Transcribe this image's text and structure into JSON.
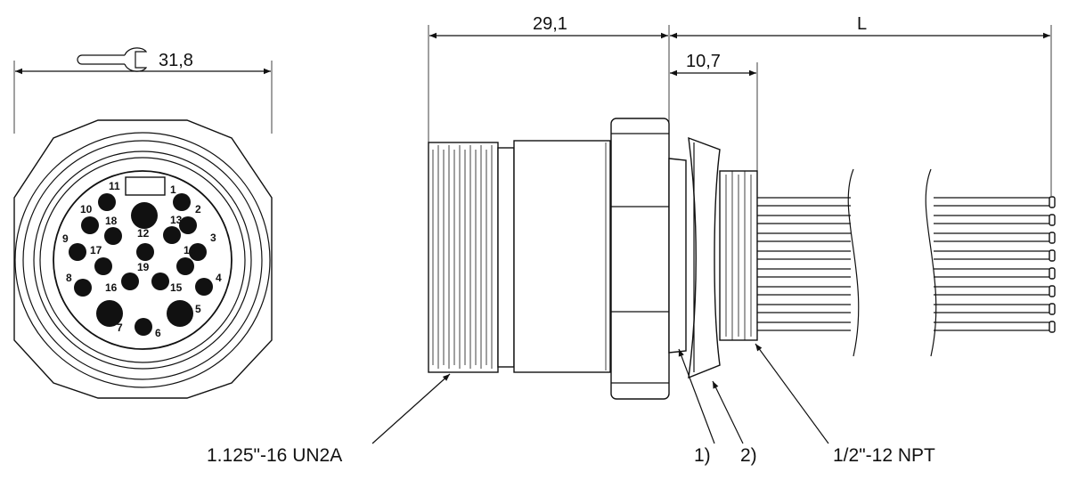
{
  "dimensions": {
    "front_width": "31,8",
    "body_length": "29,1",
    "nut_length": "10,7",
    "cable_length": "L"
  },
  "pins": [
    {
      "n": "1"
    },
    {
      "n": "2"
    },
    {
      "n": "3"
    },
    {
      "n": "4"
    },
    {
      "n": "5"
    },
    {
      "n": "6"
    },
    {
      "n": "7"
    },
    {
      "n": "8"
    },
    {
      "n": "9"
    },
    {
      "n": "10"
    },
    {
      "n": "11"
    },
    {
      "n": "12"
    },
    {
      "n": "13"
    },
    {
      "n": "14"
    },
    {
      "n": "15"
    },
    {
      "n": "16"
    },
    {
      "n": "17"
    },
    {
      "n": "18"
    },
    {
      "n": "19"
    }
  ],
  "callouts": {
    "front_thread": "1.125\"-16 UN2A",
    "note_1": "1)",
    "note_2": "2)",
    "rear_thread": "1/2\"-12 NPT"
  },
  "icons": {
    "wrench": "wrench-icon"
  }
}
